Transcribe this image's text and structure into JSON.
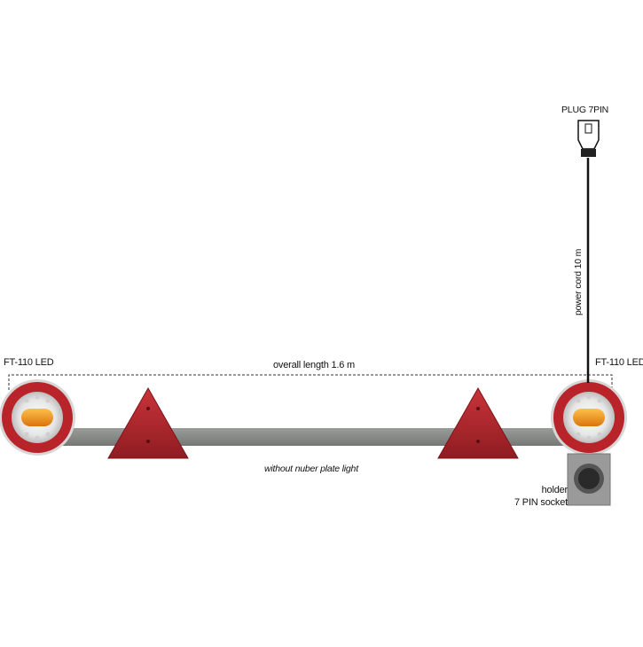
{
  "labels": {
    "left_lamp": "FT-110 LED",
    "right_lamp": "FT-110 LED",
    "overall_length": "overall length 1.6 m",
    "plug": "PLUG 7PIN",
    "power_cord": "power cord 10 m",
    "no_plate_light": "without nuber plate light",
    "holder_line1": "holder",
    "holder_line2": "7 PIN socket"
  },
  "colors": {
    "bar": "#8a8c8a",
    "lamp_red": "#b8242a",
    "triangle_red": "#b0272c",
    "amber": "#f09a1a",
    "cable": "#111111"
  }
}
